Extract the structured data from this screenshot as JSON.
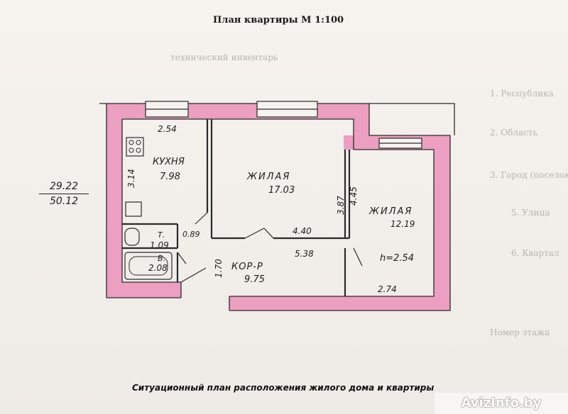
{
  "title": "План квартиры М 1:100",
  "caption": "Ситуационный план расположения жилого дома и квартиры",
  "areas": {
    "living": "29.22",
    "total": "50.12"
  },
  "rooms": {
    "kitchen": {
      "name": "КУХНЯ",
      "area": "7.98"
    },
    "living1": {
      "name": "ЖИЛАЯ",
      "area": "17.03"
    },
    "living2": {
      "name": "ЖИЛАЯ",
      "area": "12.19"
    },
    "toilet": {
      "name": "Т.",
      "area": "1.09"
    },
    "bath": {
      "name": "В.",
      "area": "2.08"
    },
    "corridor": {
      "name": "КОР-Р",
      "area": "9.75"
    }
  },
  "dimensions": [
    "2.54",
    "3.14",
    "0.89",
    "1.70",
    "4.40",
    "5.38",
    "3.87",
    "4.45",
    "2.74"
  ],
  "ceiling_height": "h=2.54",
  "watermark": "AvizInfo.by",
  "colors": {
    "wall": "#ec9fc0",
    "line": "#2a2a2a",
    "ink": "#1d1d1d"
  }
}
